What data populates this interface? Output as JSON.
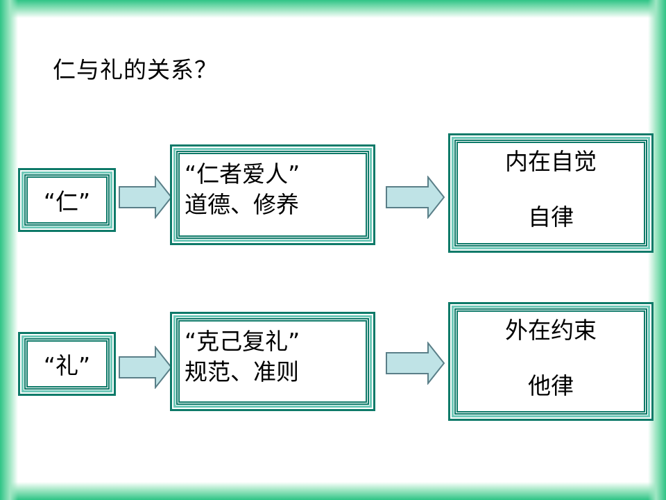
{
  "title": "仁与礼的关系？",
  "colors": {
    "frame_accent": "#2fc486",
    "box_border": "#0e7a69",
    "box_inner_ring": "#6fc9b9",
    "arrow_fill": "#bfe3e6",
    "arrow_stroke": "#5a7f88"
  },
  "rows": [
    {
      "source": "“仁”",
      "middle": [
        "“仁者爱人”",
        "道德、修养"
      ],
      "result": [
        "内在自觉",
        "自律"
      ]
    },
    {
      "source": "“礼”",
      "middle": [
        "“克己复礼”",
        "规范、准则"
      ],
      "result": [
        "外在约束",
        "他律"
      ]
    }
  ]
}
